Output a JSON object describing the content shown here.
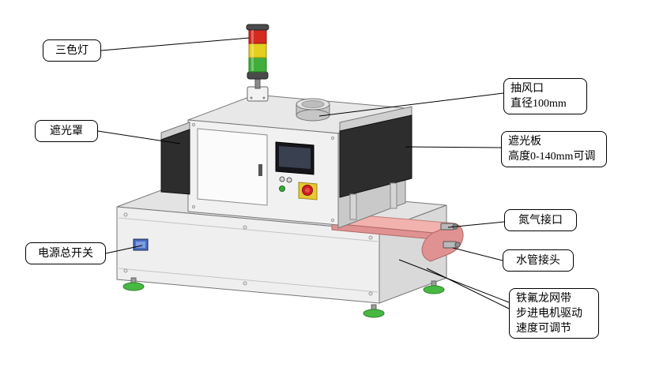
{
  "callouts": {
    "tricolor_light": {
      "text": "三色灯"
    },
    "shade_cover": {
      "text": "遮光罩"
    },
    "power_switch": {
      "text": "电源总开关"
    },
    "exhaust_port": {
      "line1": "抽风口",
      "line2": "直径100mm"
    },
    "shade_plate": {
      "line1": "遮光板",
      "line2": "高度0-140mm可调"
    },
    "nitrogen_port": {
      "text": "氮气接口"
    },
    "water_connector": {
      "text": "水管接头"
    },
    "belt": {
      "line1": "铁氟龙网带",
      "line2": "步进电机驱动",
      "line3": "速度可调节"
    }
  },
  "colors": {
    "light_red": "#d42a20",
    "light_yellow": "#e3cf1e",
    "light_green": "#3fae3a",
    "belt_pink": "#f2b2ae",
    "belt_pink_dark": "#e09292",
    "foot_green": "#47b942",
    "estop_red": "#cf1f1f",
    "estop_yellow": "#e6c832",
    "switch_blue": "#4a6fc4",
    "shade_dark": "#2d2d2d"
  }
}
